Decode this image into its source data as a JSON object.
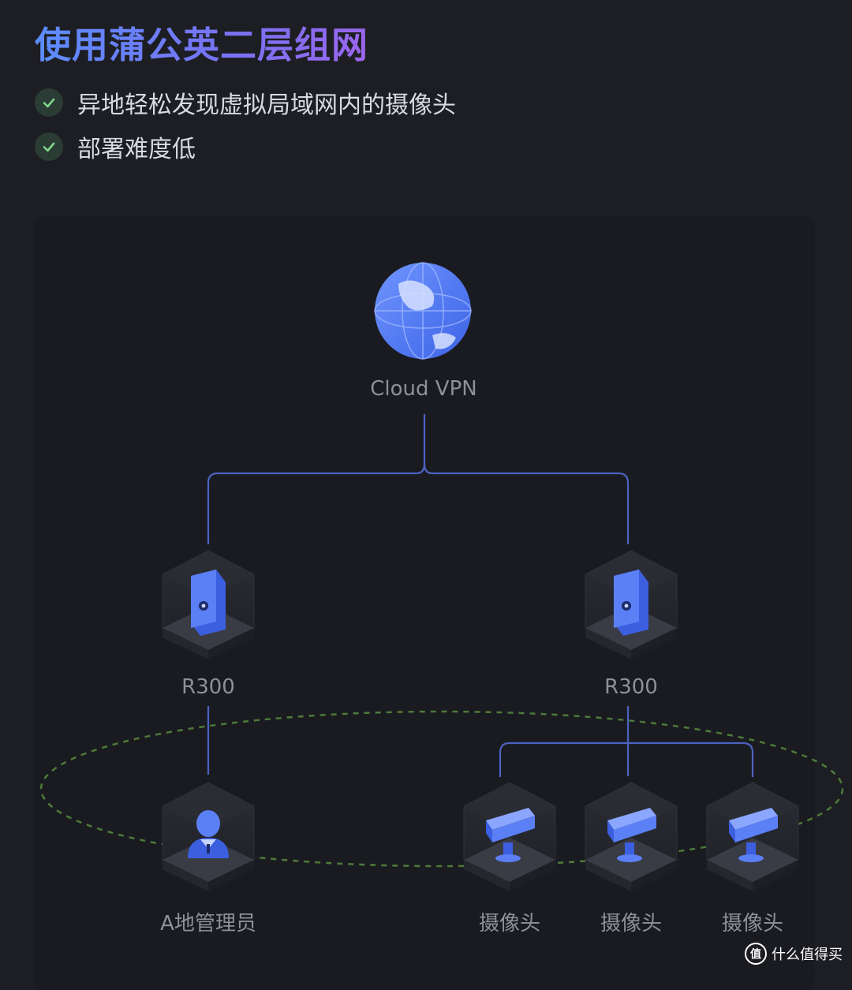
{
  "header": {
    "title": "使用蒲公英二层组网",
    "bullets": [
      "异地轻松发现虚拟局域网内的摄像头",
      "部署难度低"
    ]
  },
  "diagram": {
    "cloud_label": "Cloud VPN",
    "router_left_label": "R300",
    "router_right_label": "R300",
    "admin_label": "A地管理员",
    "camera_labels": [
      "摄像头",
      "摄像头",
      "摄像头"
    ]
  },
  "watermark": {
    "text": "什么值得买",
    "icon": "值"
  },
  "colors": {
    "background": "#1d1e23",
    "accent_blue": "#5b7cf0",
    "connector": "#4c62c0",
    "vlan_dash": "#4e7a3a",
    "check_green": "#7ed68a"
  }
}
